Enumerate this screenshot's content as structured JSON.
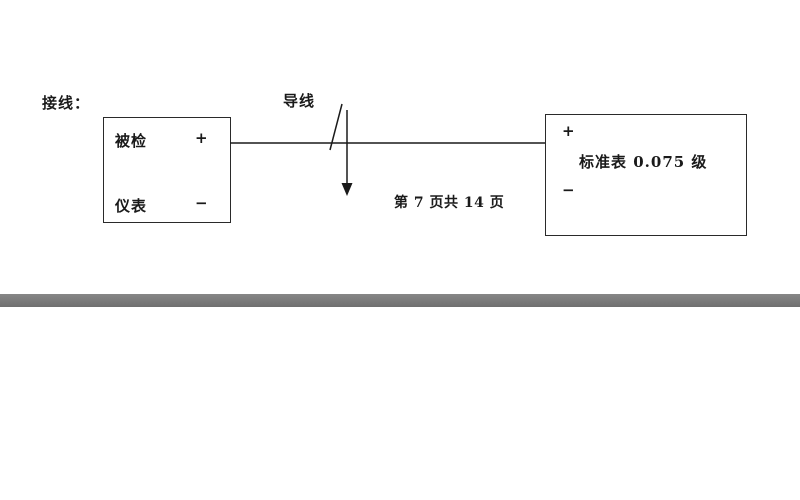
{
  "diagram": {
    "wiring_label": "接线：",
    "wire_label": "导线",
    "left_box": {
      "line1": "被检",
      "line1_sign": "+",
      "line2": "仪表",
      "line2_sign": "−"
    },
    "right_box": {
      "plus_sign": "+",
      "label": "标准表 0.075 级",
      "minus_sign": "−"
    },
    "page_number": "第 7 页共 14 页"
  },
  "colors": {
    "line": "#1a1a1a",
    "box_border": "#2a2a2a",
    "separator_bar": "#7b7b7b",
    "background": "#ffffff"
  }
}
